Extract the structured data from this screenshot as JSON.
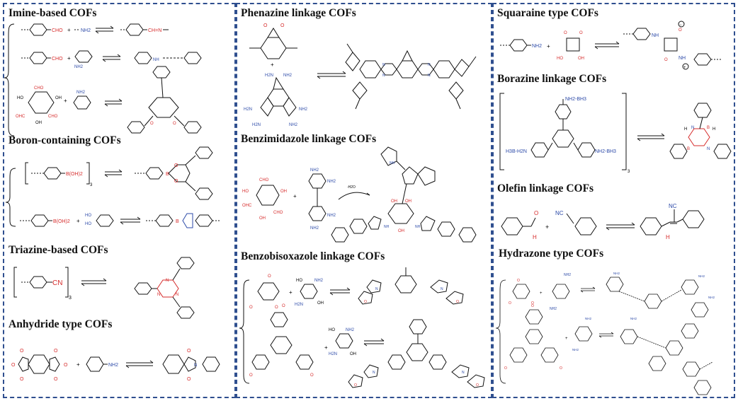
{
  "sections": {
    "imine": {
      "title": "Imine-based COFs"
    },
    "boron": {
      "title": "Boron-containing COFs"
    },
    "triazine": {
      "title": "Triazine-based COFs"
    },
    "anhydride": {
      "title": "Anhydride type COFs"
    },
    "phenazine": {
      "title": "Phenazine linkage COFs"
    },
    "benzimidazole": {
      "title": "Benzimidazole linkage COFs"
    },
    "benzobisoxazole": {
      "title": "Benzobisoxazole linkage COFs"
    },
    "squaraine": {
      "title": "Squaraine type COFs"
    },
    "borazine": {
      "title": "Borazine linkage COFs"
    },
    "olefin": {
      "title": "Olefin linkage COFs"
    },
    "hydrazone": {
      "title": "Hydrazone type COFs"
    }
  },
  "labels": {
    "cho": "CHO",
    "ohc": "OHC",
    "nh2": "NH2",
    "ch_n": "CH=N",
    "boh2": "B(OH)2",
    "ho": "HO",
    "oh": "OH",
    "cn": "CN",
    "h2n": "H2N",
    "nh": "NH",
    "h3b_h2n": "H3B-H2N",
    "nh2_bh3": "NH2-BH3",
    "h2o": "-H2O",
    "o": "O",
    "h": "H",
    "n": "N",
    "b": "B",
    "nc": "NC",
    "plus": "+",
    "sub3": "3",
    "minus": "−",
    "plus_circ": "+"
  },
  "colors": {
    "frame": "#2f4f8f",
    "red": "#d62b2b",
    "blue": "#2c4aa8"
  }
}
